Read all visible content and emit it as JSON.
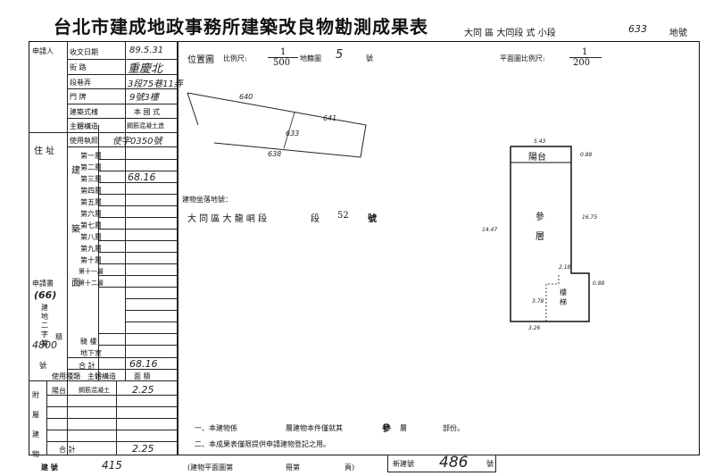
{
  "header": {
    "title": "台北市建成地政事務所建築改良物勘測成果表",
    "district": "大同 區 大同段 式 小段",
    "parcel_no": "633",
    "parcel_suffix": "地號"
  },
  "applicant_col": {
    "applicant": "申請人",
    "address": "住 址"
  },
  "left_rows": [
    {
      "label": "收文日期",
      "value": "89.5.31"
    },
    {
      "label": "街 路",
      "value": "重慶北"
    },
    {
      "label": "段巷弄",
      "value": "3段75巷11弄"
    },
    {
      "label": "門 牌",
      "value": "9號3樓"
    },
    {
      "label": "建築式樣",
      "value": "本 國 式"
    },
    {
      "label": "主體構造",
      "value": "鋼筋混凝土造"
    },
    {
      "label": "使用執照",
      "value": "使字0350號"
    }
  ],
  "floors": [
    {
      "label": "第一層",
      "area": ""
    },
    {
      "label": "第二層",
      "area": ""
    },
    {
      "label": "第三層",
      "area": "68.16"
    },
    {
      "label": "第四層",
      "area": ""
    },
    {
      "label": "第五層",
      "area": ""
    },
    {
      "label": "第六層",
      "area": ""
    },
    {
      "label": "第七層",
      "area": ""
    },
    {
      "label": "第八層",
      "area": ""
    },
    {
      "label": "第九層",
      "area": ""
    },
    {
      "label": "第十層",
      "area": ""
    },
    {
      "label": "第十一層",
      "area": ""
    },
    {
      "label": "第十二層",
      "area": ""
    }
  ],
  "left_side": {
    "building_label": "建",
    "building_label2": "築",
    "building_label3": "面",
    "application_no_label": "申請書",
    "application_no": "(66)",
    "construction_label": "建地二字第",
    "construction_no": "4800",
    "number_suffix": "號",
    "accessory_label": "騎 樓",
    "basement_label": "地下室",
    "total_label": "合 計",
    "total_area": "68.16",
    "area_label": "積"
  },
  "attached": {
    "header_use": "使用種類",
    "header_struct": "主體構造",
    "header_area": "面 積",
    "side_label": "附屬建物",
    "rows": [
      {
        "use": "陽台",
        "struct": "鋼筋混凝土",
        "area": "2.25"
      },
      {
        "use": "",
        "struct": "",
        "area": ""
      },
      {
        "use": "",
        "struct": "",
        "area": ""
      },
      {
        "use": "",
        "struct": "",
        "area": ""
      },
      {
        "use": "",
        "struct": "",
        "area": ""
      }
    ],
    "total_label": "合 計",
    "total_area": "2.25"
  },
  "location_map": {
    "label": "位置圖",
    "scale_label": "比例尺:",
    "scale_num": "1",
    "scale_den": "500",
    "sheet_label": "地籍圖",
    "sheet_no": "5",
    "sheet_suffix": "號",
    "parcels": [
      "640",
      "641",
      "633",
      "638"
    ]
  },
  "plan_map": {
    "scale_label": "平面圖比例尺:",
    "scale_num": "1",
    "scale_den": "200",
    "balcony_label": "陽台",
    "floor_label": "參",
    "floor_label2": "層",
    "stair_label": "樓梯",
    "dims": [
      "5.43",
      "0.88",
      "16.75",
      "14.47",
      "2.18",
      "0.88",
      "3.78",
      "3.26"
    ]
  },
  "land_location": {
    "title": "建物坐落地號：",
    "district": "大 同 區 大 龍 峒 段",
    "section": "段",
    "number": "52",
    "suffix": "號"
  },
  "notes": {
    "note1_prefix": "一、本建物係",
    "note1_mid": "層建物本件僅就其",
    "note1_floor": "參",
    "note1_suffix": "層",
    "note1_end": "部份。",
    "note2": "二、本成果表僅限提供申請建物登記之用。"
  },
  "footer": {
    "building_no_label": "建 號",
    "building_no": "415",
    "plan_ref": "(建物平面圖第",
    "plan_ref_mid": "冊第",
    "plan_ref_end": "頁)",
    "new_no_label": "新建號",
    "new_no": "486",
    "new_no_suffix": "號"
  }
}
